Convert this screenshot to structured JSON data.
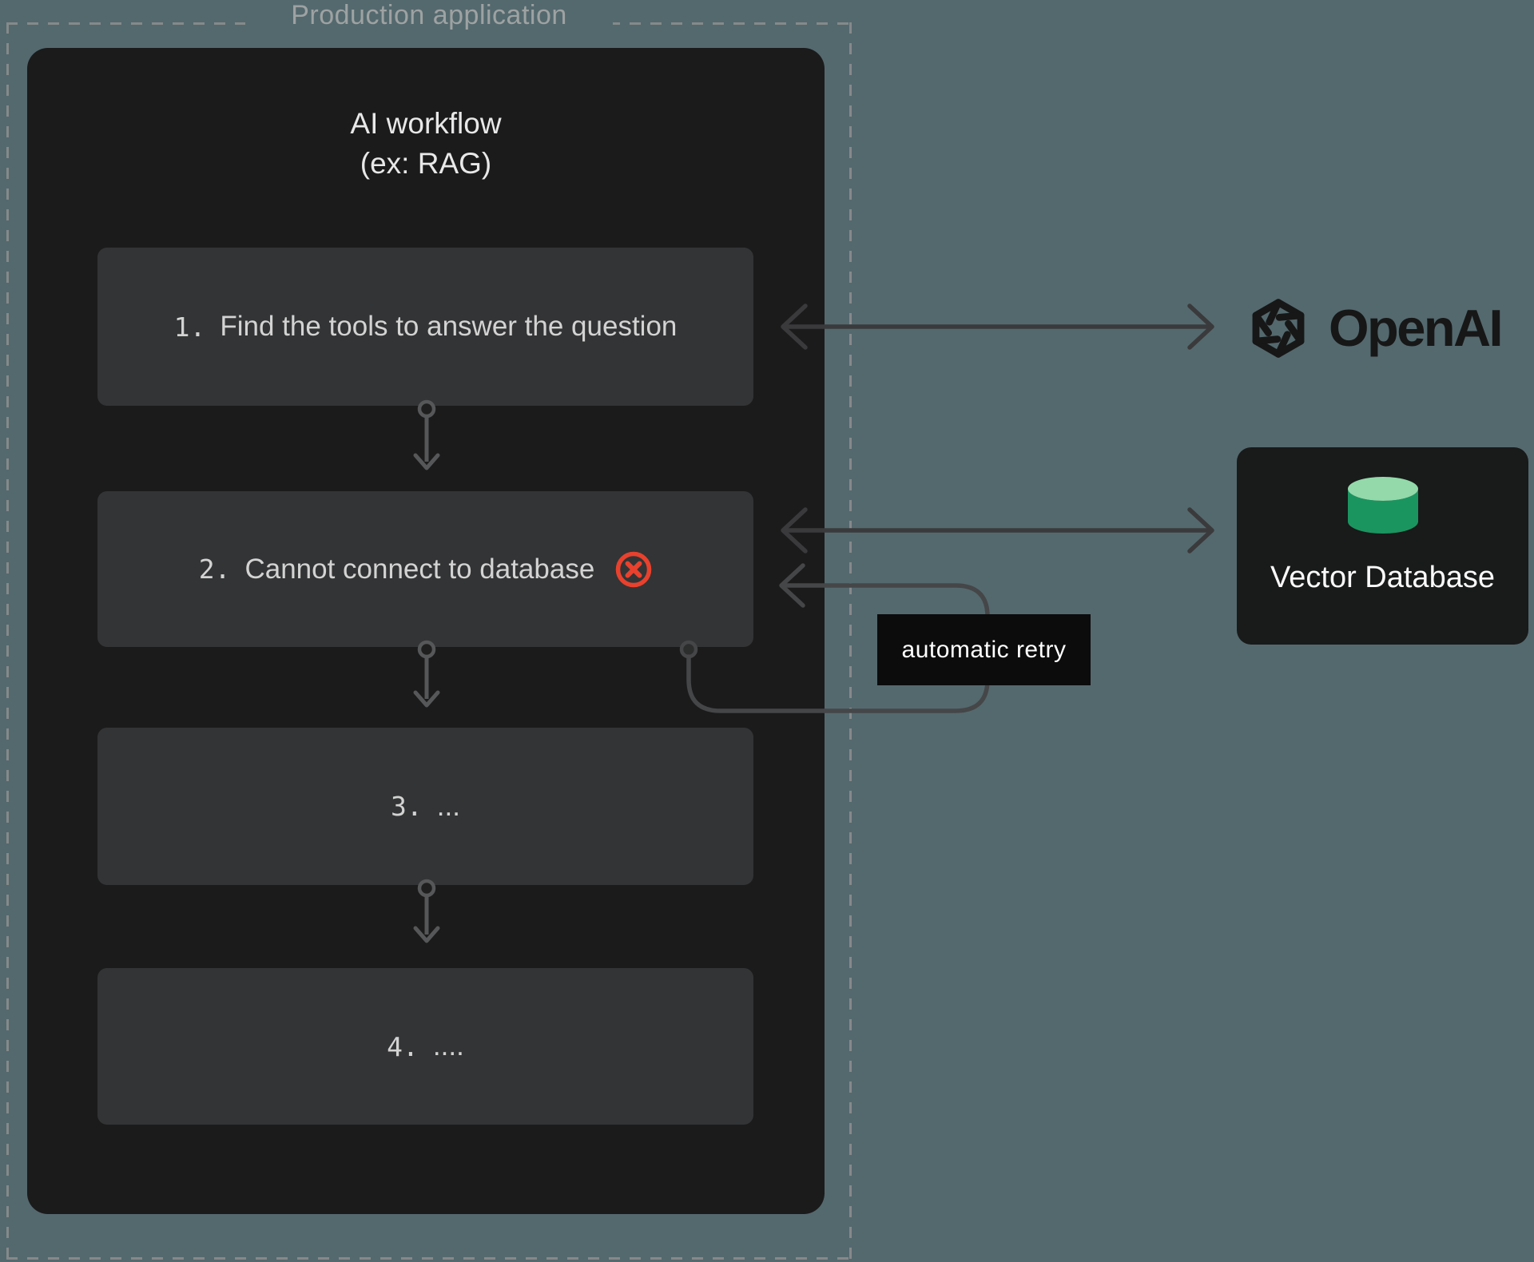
{
  "production_app": {
    "label": "Production application",
    "workflow": {
      "title_line1": "AI workflow",
      "title_line2": "(ex: RAG)",
      "steps": [
        {
          "number": "1.",
          "text": "Find the tools to answer the question",
          "error": false
        },
        {
          "number": "2.",
          "text": "Cannot connect to database",
          "error": true
        },
        {
          "number": "3.",
          "text": "...",
          "error": false
        },
        {
          "number": "4.",
          "text": "....",
          "error": false
        }
      ]
    }
  },
  "annotations": {
    "retry_label": "automatic retry"
  },
  "external_services": {
    "openai": {
      "name": "OpenAI"
    },
    "vector_database": {
      "label": "Vector Database"
    }
  },
  "colors": {
    "background": "#54696e",
    "container": "#1b1b1c",
    "step_box": "#333435",
    "error_red": "#e8412d",
    "arrow_gray": "#3a3a3c",
    "connector_gray": "#565758",
    "retry_label_bg": "#0c0c0d",
    "db_green_top": "#93d9aa",
    "db_green_body": "#1b9560",
    "openai_dark": "#171717"
  }
}
